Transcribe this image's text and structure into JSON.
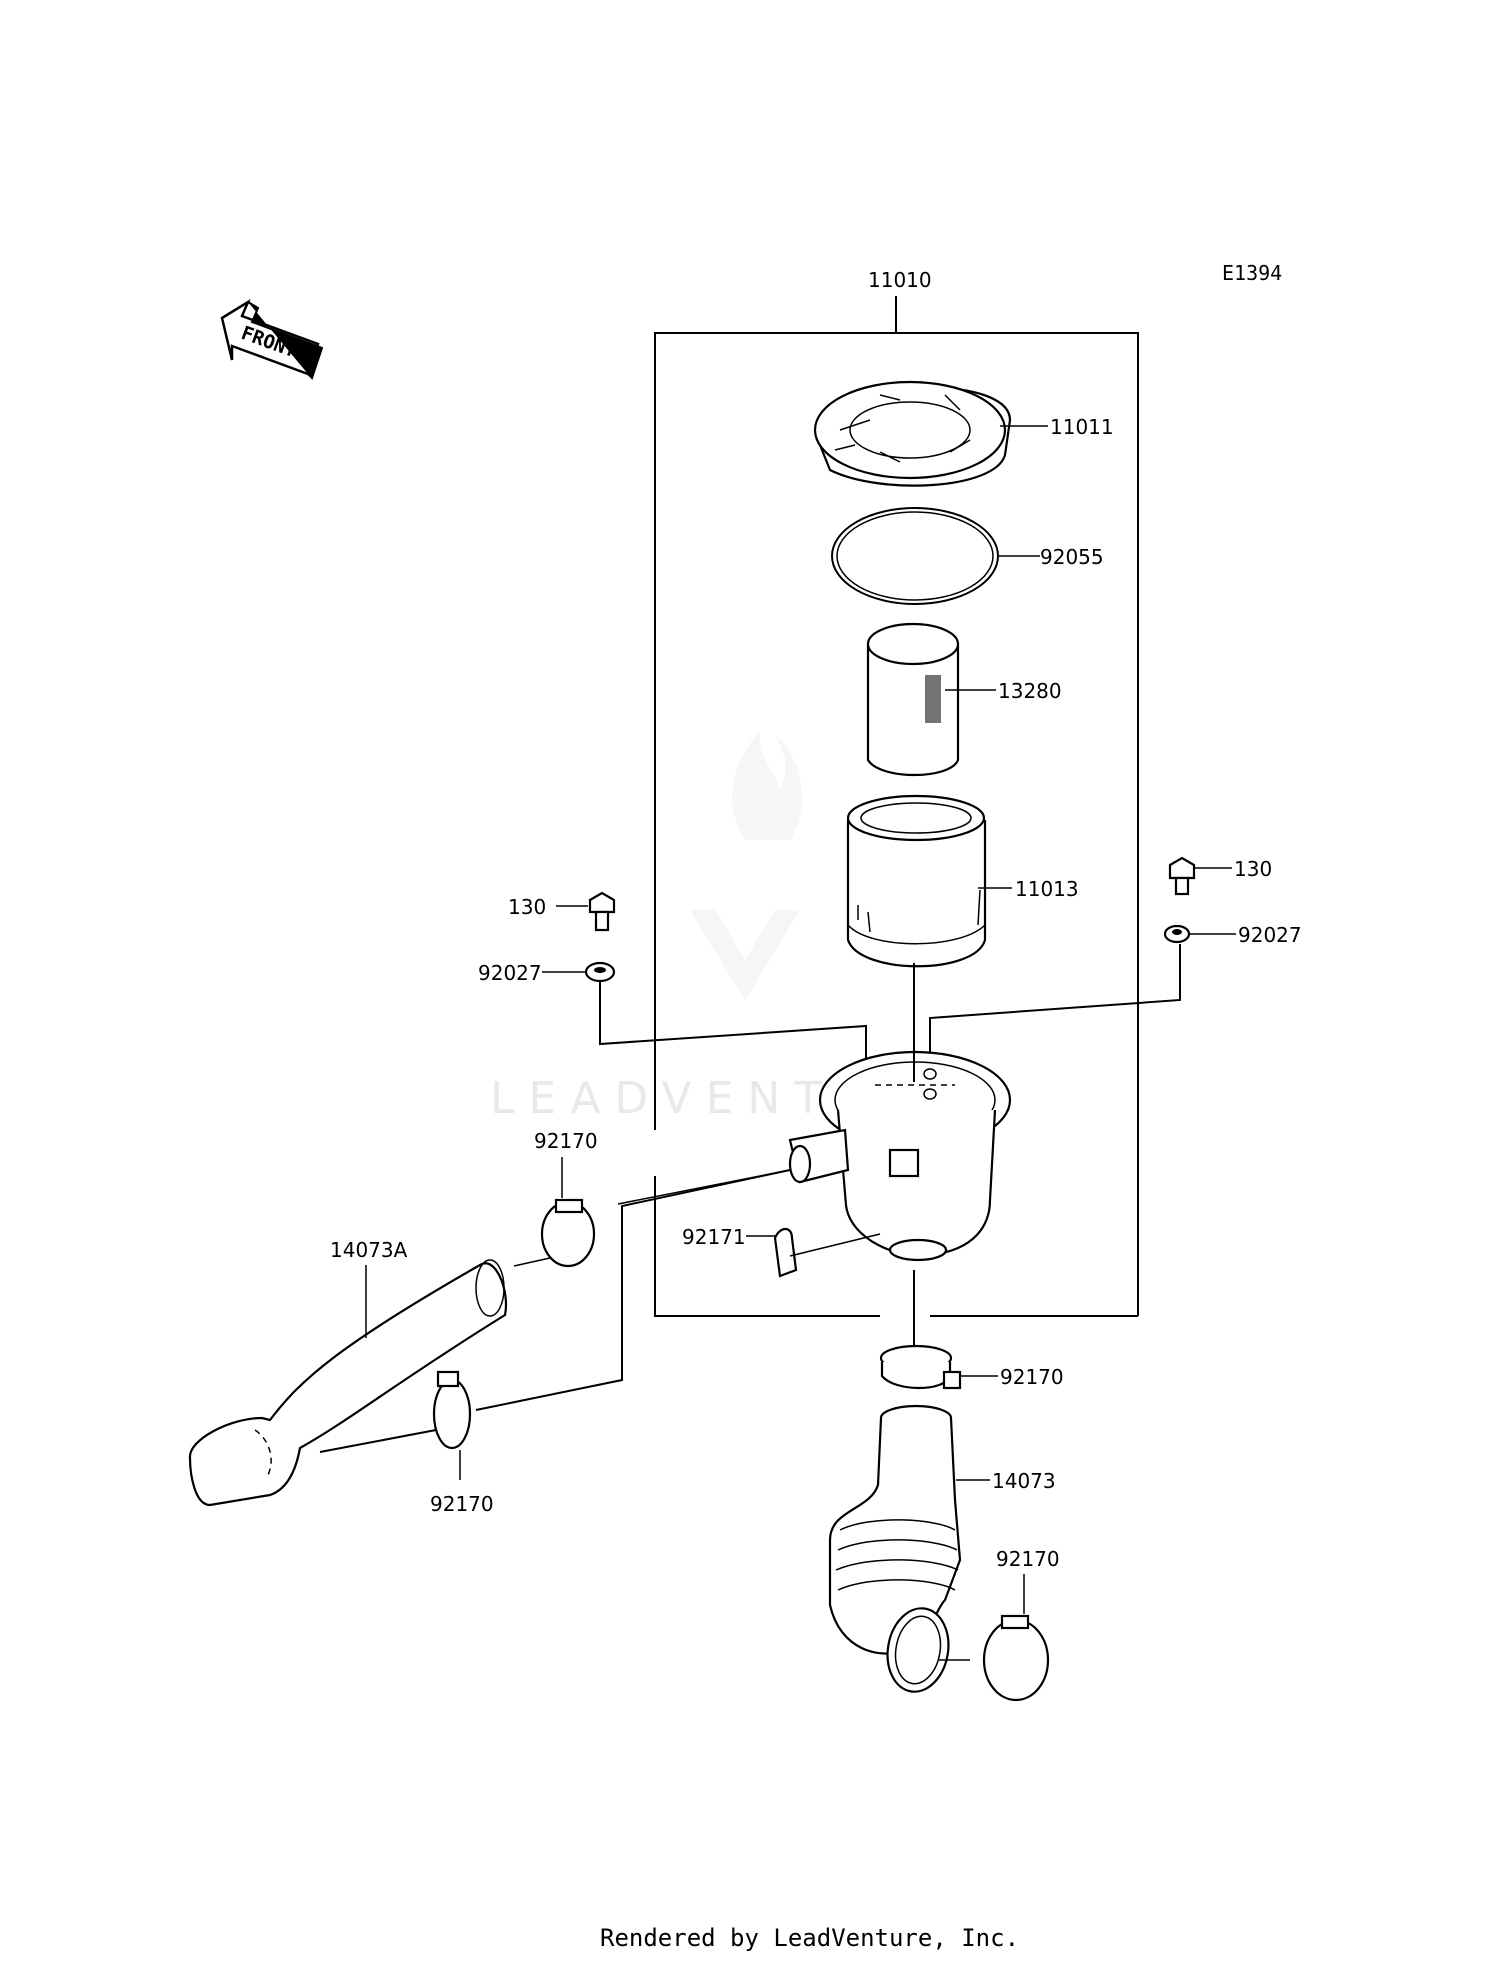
{
  "diagram": {
    "code": "E1394",
    "front_label": "FRONT",
    "watermark": "LEADVENTURE",
    "footer": "Rendered by LeadVenture, Inc.",
    "labels": {
      "p11010": "11010",
      "p11011": "11011",
      "p92055": "92055",
      "p13280": "13280",
      "p11013": "11013",
      "p130_right": "130",
      "p92027_right": "92027",
      "p130_left": "130",
      "p92027_left": "92027",
      "p92170_top": "92170",
      "p14073A": "14073A",
      "p92171": "92171",
      "p92170_mid": "92170",
      "p92170_left": "92170",
      "p14073": "14073",
      "p92170_bottom": "92170"
    }
  }
}
